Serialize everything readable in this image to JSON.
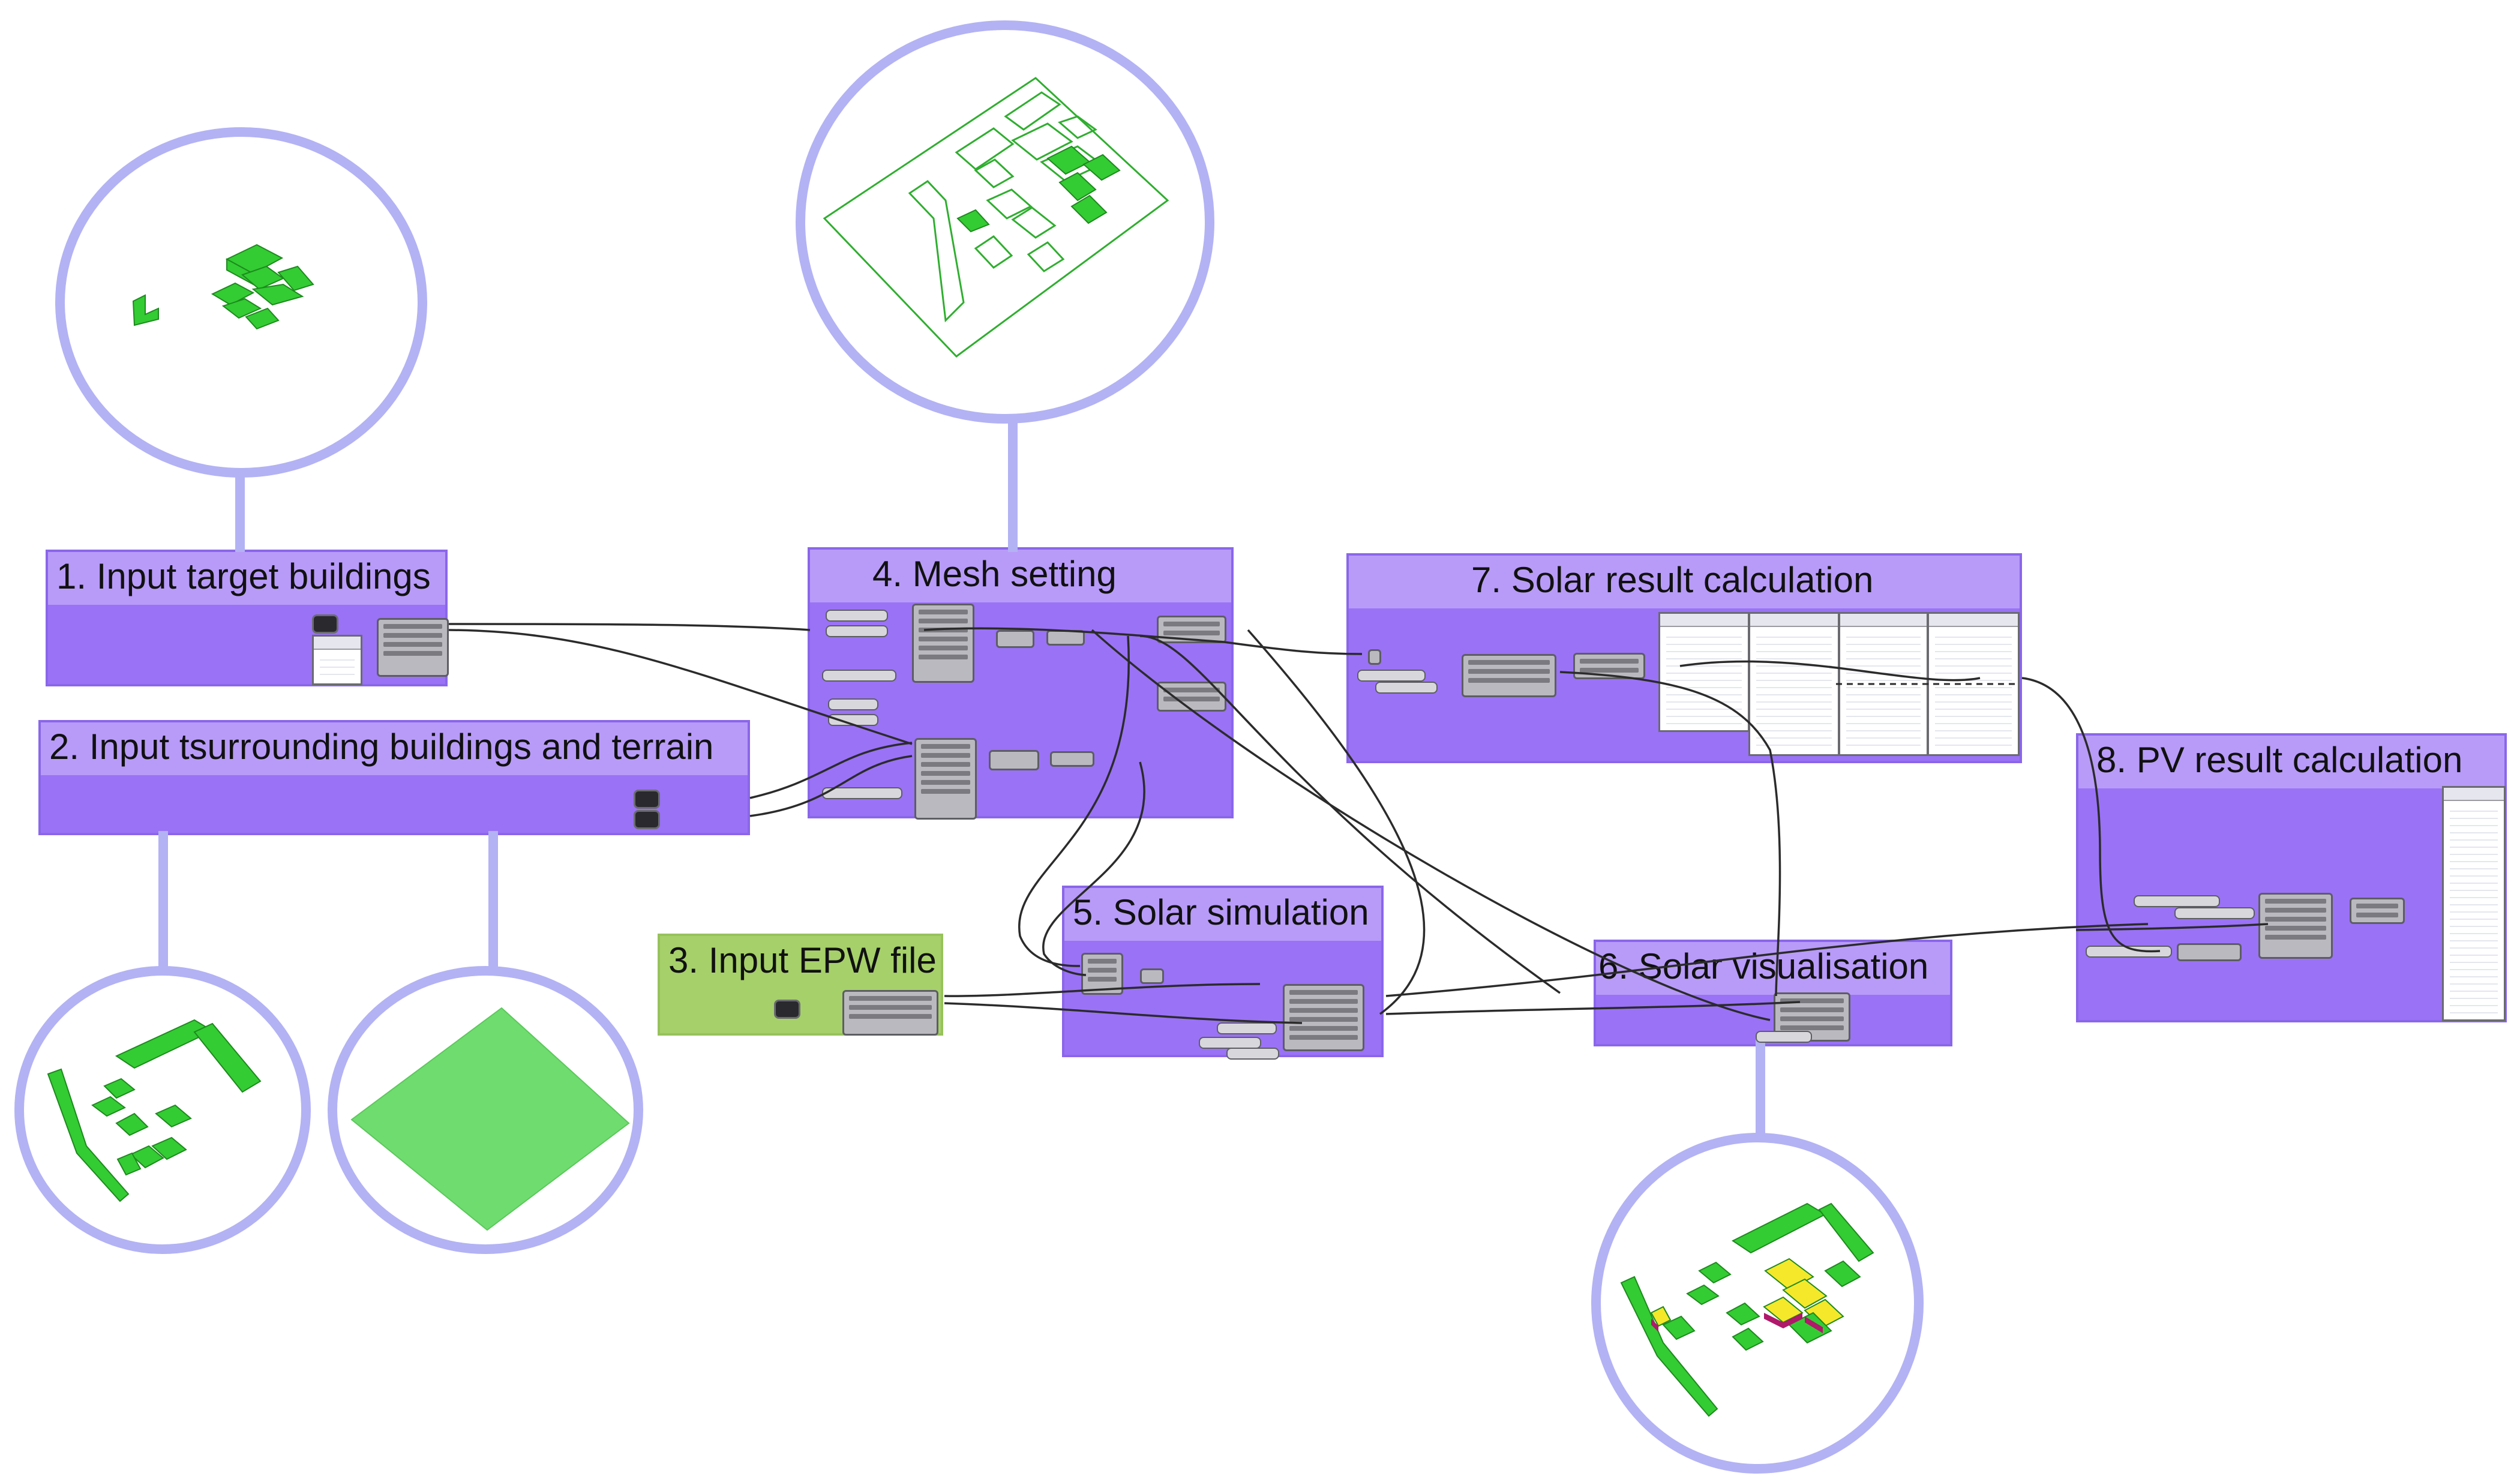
{
  "groups": [
    {
      "title": "1. Input target buildings"
    },
    {
      "title": "2. Input tsurrounding buildings and terrain"
    },
    {
      "title": "3. Input EPW file"
    },
    {
      "title": "4. Mesh setting"
    },
    {
      "title": "5. Solar simulation"
    },
    {
      "title": "6. Solar visualisation"
    },
    {
      "title": "7. Solar result calculation"
    },
    {
      "title": "8. PV result calculation"
    }
  ],
  "colors": {
    "group_fill": "#9a72f6",
    "group_band": "#b89bf8",
    "epw_fill": "#a6d06a",
    "circle_ring": "#b3b2f4",
    "building_green": "#33cc33",
    "terrain_green": "#6fdc6f",
    "wire": "#2b2b2b"
  }
}
